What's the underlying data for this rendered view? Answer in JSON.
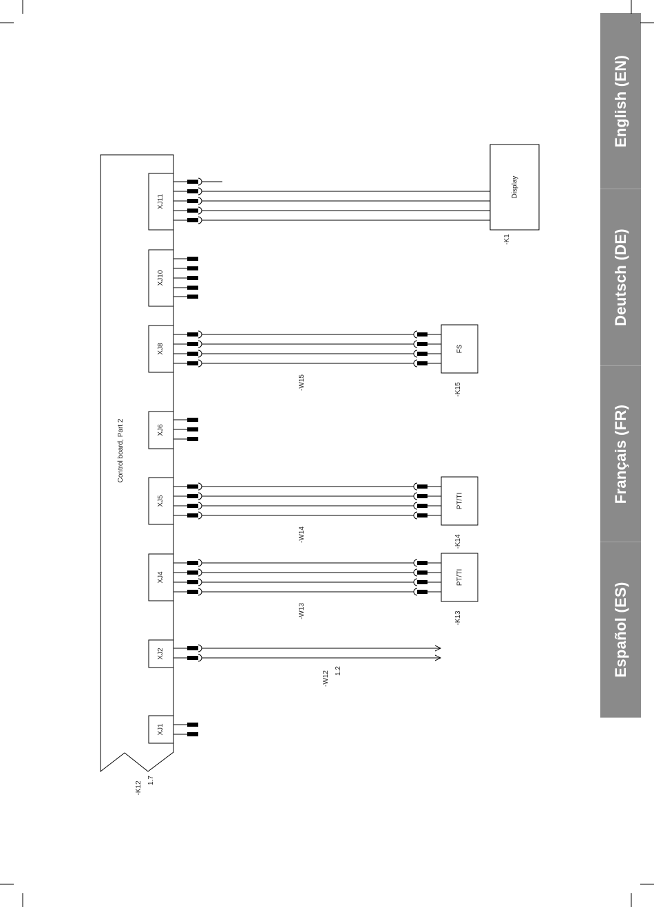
{
  "sidebar": {
    "tabs": [
      {
        "label": "English (EN)"
      },
      {
        "label": "Deutsch (DE)"
      },
      {
        "label": "Français (FR)"
      },
      {
        "label": "Español (ES)"
      }
    ],
    "color": "#8a8a8a",
    "text_color": "#ffffff"
  },
  "diagram": {
    "board": {
      "label": "Control board, Part 2",
      "tag": "-K12",
      "ref": "1.7"
    },
    "connectors": [
      {
        "name": "XJ11"
      },
      {
        "name": "XJ10"
      },
      {
        "name": "XJ8"
      },
      {
        "name": "XJ6"
      },
      {
        "name": "XJ5"
      },
      {
        "name": "XJ4"
      },
      {
        "name": "XJ2"
      },
      {
        "name": "XJ1"
      }
    ],
    "devices": [
      {
        "label": "Display",
        "tag": "-K1"
      },
      {
        "label": "FS",
        "tag": "-K15"
      },
      {
        "label": "PT/TI",
        "tag": "-K14"
      },
      {
        "label": "PT/TI",
        "tag": "-K13"
      }
    ],
    "cables": [
      {
        "tag": "-W15"
      },
      {
        "tag": "-W14"
      },
      {
        "tag": "-W13"
      },
      {
        "tag": "-W12",
        "ref": "1.2"
      }
    ]
  }
}
